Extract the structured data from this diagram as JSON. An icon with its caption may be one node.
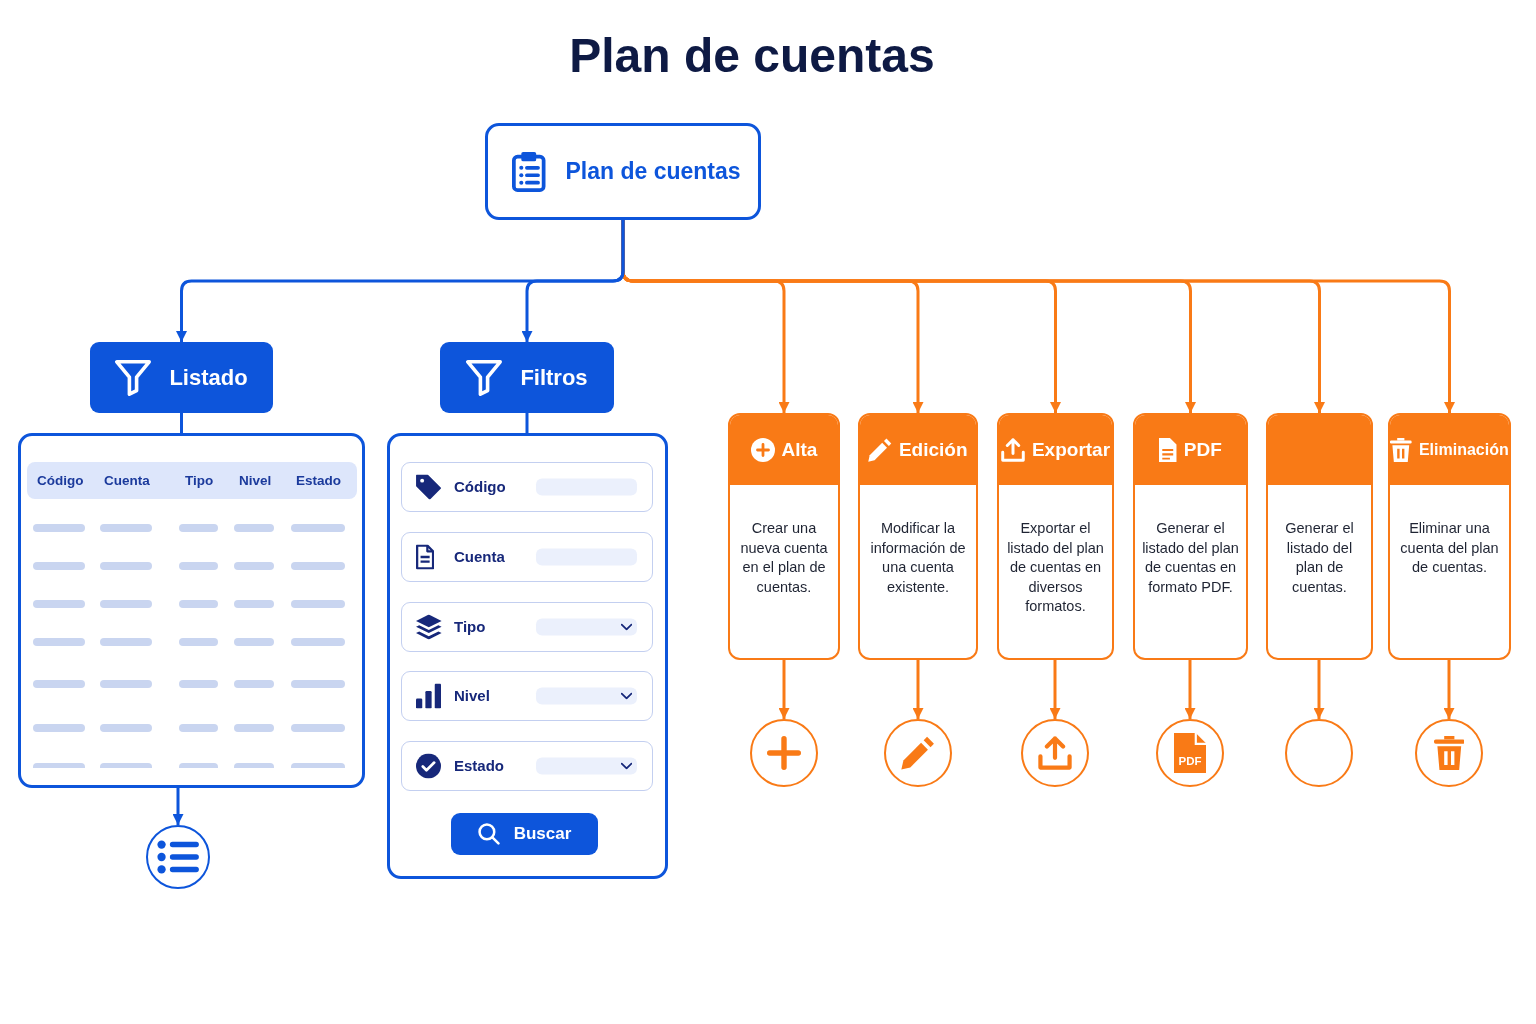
{
  "diagram": {
    "title": "Plan de cuentas",
    "nodes": [
      {
        "text": [
          "Plan de cuentas"
        ]
      },
      {
        "text": [
          "Listado"
        ]
      },
      {
        "text": [
          "Código",
          "Cuenta",
          "Tipo",
          "Nivel",
          "Estado"
        ]
      },
      {
        "text": [],
        "shape": "circle"
      },
      {
        "text": [
          "Filtros"
        ]
      },
      {
        "text": [],
        "shape": "box"
      },
      {
        "text": [
          "Código"
        ],
        "in": 5
      },
      {
        "text": [
          "Cuenta"
        ],
        "in": 5
      },
      {
        "text": [
          "Tipo"
        ],
        "in": 5
      },
      {
        "text": [
          "Nivel"
        ],
        "in": 5
      },
      {
        "text": [
          "Estado"
        ],
        "in": 5
      },
      {
        "text": [
          "Buscar"
        ],
        "in": 5
      },
      {
        "text": [
          "Alta",
          "Crear una nueva cuenta en el plan de cuentas."
        ]
      },
      {
        "text": [
          "Edición",
          "Modificar la información de una cuenta existente."
        ]
      },
      {
        "text": [
          "Exportar",
          "Exportar el listado del plan de cuentas en diversos formatos."
        ]
      },
      {
        "text": [
          "PDF",
          "Generar el listado del plan de cuentas en formato PDF."
        ]
      },
      {
        "text": [
          "Generar el listado del plan de cuentas."
        ]
      },
      {
        "text": [
          "Eliminación",
          "Eliminar una cuenta del plan de cuentas."
        ]
      },
      {
        "text": [],
        "shape": "circle"
      },
      {
        "text": [],
        "shape": "circle"
      },
      {
        "text": [],
        "shape": "circle"
      },
      {
        "text": [
          "PDF"
        ]
      },
      {
        "text": [],
        "shape": "circle"
      },
      {
        "text": [],
        "shape": "circle"
      }
    ],
    "edges": [
      {
        "from": 0,
        "to": 1,
        "arrow": "to",
        "color": "#0d55db"
      },
      {
        "from": 0,
        "to": 4,
        "arrow": "to",
        "color": "#0d55db"
      },
      {
        "from": 0,
        "to": 12,
        "arrow": "to"
      },
      {
        "from": 0,
        "to": 13,
        "arrow": "to"
      },
      {
        "from": 0,
        "to": 14,
        "arrow": "to"
      },
      {
        "from": 0,
        "to": 15,
        "arrow": "to"
      },
      {
        "from": 0,
        "to": 16,
        "arrow": "to"
      },
      {
        "from": 0,
        "to": 17,
        "arrow": "to"
      },
      {
        "from": 1,
        "to": 2,
        "arrow": "none",
        "color": "#0d55db"
      },
      {
        "from": 2,
        "to": 3,
        "arrow": "to",
        "color": "#0d55db"
      },
      {
        "from": 4,
        "to": 5,
        "arrow": "none",
        "color": "#0d55db"
      },
      {
        "from": 12,
        "to": 18,
        "arrow": "to"
      },
      {
        "from": 13,
        "to": 19,
        "arrow": "to"
      },
      {
        "from": 14,
        "to": 20,
        "arrow": "to"
      },
      {
        "from": 15,
        "to": 21,
        "arrow": "to"
      },
      {
        "from": 16,
        "to": 22,
        "arrow": "to"
      },
      {
        "from": 17,
        "to": 23,
        "arrow": "to"
      }
    ]
  }
}
